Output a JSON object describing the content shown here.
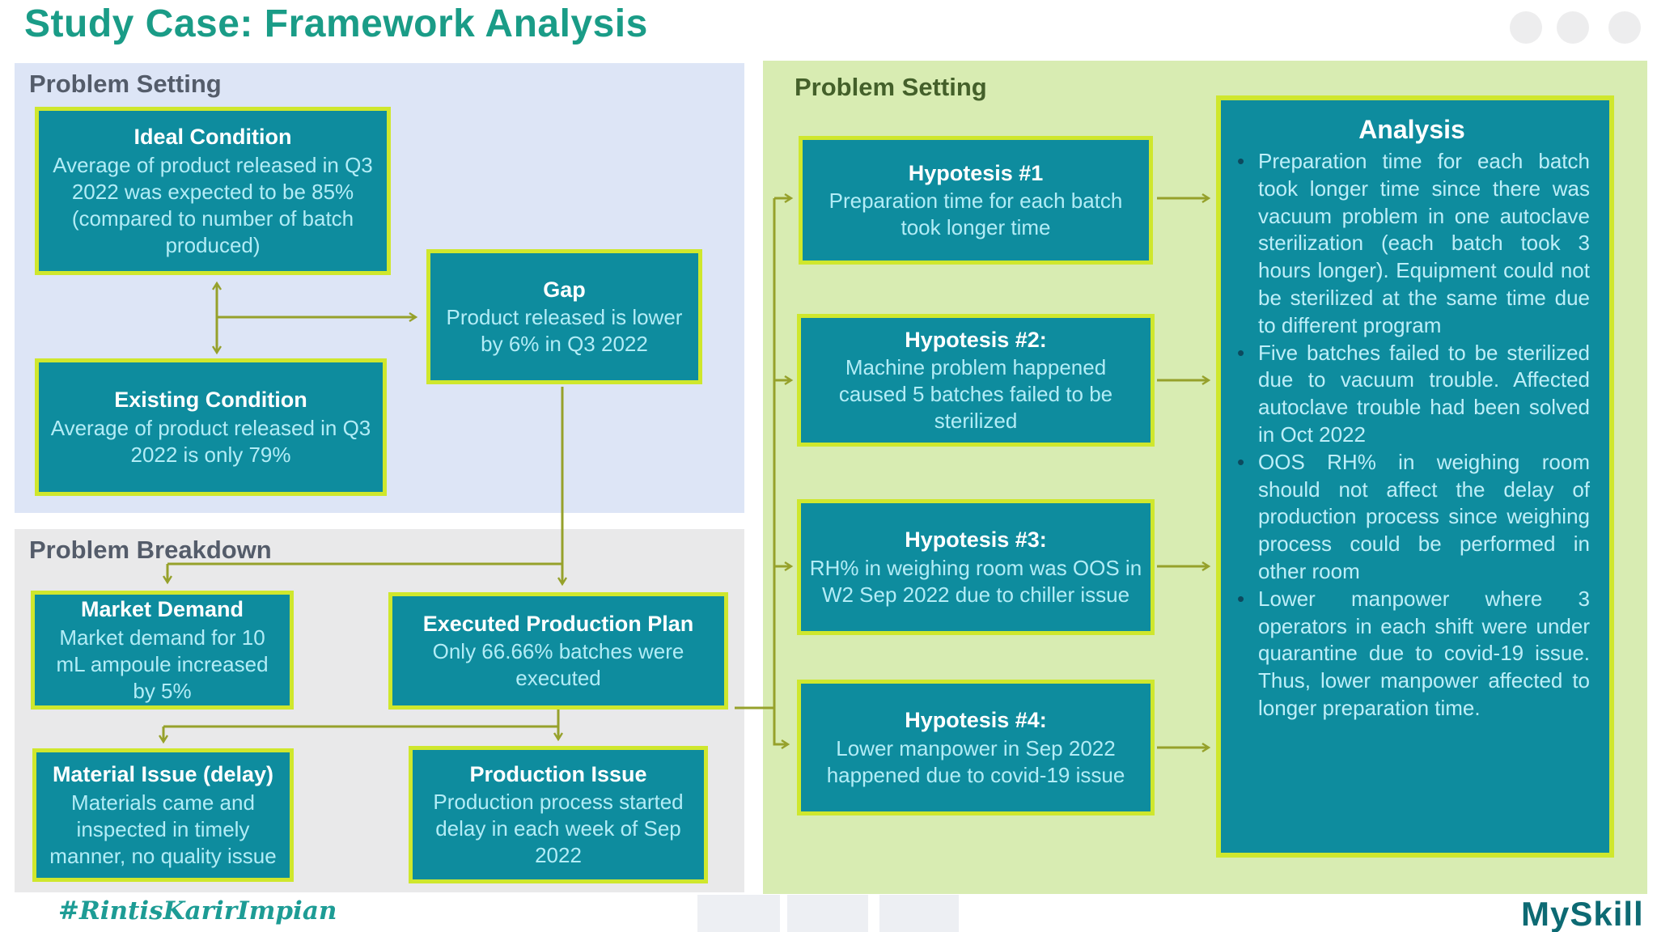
{
  "page": {
    "title": "Study Case: Framework Analysis",
    "hashtag": "#RintisKarirImpian",
    "brand": "MySkill"
  },
  "colors": {
    "title": "#1a9c87",
    "box_fill": "#0e8c9e",
    "box_border": "#cfe72d",
    "box_title_text": "#ffffff",
    "box_body_text": "#b2ecf6",
    "panel_blue": "#dde5f6",
    "panel_gray": "#e9e9ea",
    "panel_green": "#d8ecb2",
    "arrow": "#96a12b",
    "header_left": "#545c6a",
    "header_right": "#44602a",
    "brand": "#0d6a73"
  },
  "problem_setting": {
    "header": "Problem Setting",
    "ideal": {
      "title": "Ideal Condition",
      "body": "Average of product released in Q3 2022 was expected to be 85% (compared to number of batch produced)"
    },
    "existing": {
      "title": "Existing Condition",
      "body": "Average of product released in Q3 2022 is only 79%"
    },
    "gap": {
      "title": "Gap",
      "body": "Product released is lower by 6% in Q3 2022"
    }
  },
  "problem_breakdown": {
    "header": "Problem Breakdown",
    "market_demand": {
      "title": "Market Demand",
      "body": "Market demand for 10 mL ampoule increased by 5%"
    },
    "executed_plan": {
      "title": "Executed Production Plan",
      "body": "Only 66.66% batches were executed"
    },
    "material_issue": {
      "title": "Material Issue (delay)",
      "body": "Materials came and inspected in timely manner, no quality issue"
    },
    "production_issue": {
      "title": "Production Issue",
      "body": "Production process started delay in each week of Sep 2022"
    }
  },
  "hypotheses_panel": {
    "header": "Problem Setting",
    "items": [
      {
        "title": "Hypotesis #1",
        "body": "Preparation time for each batch took longer time"
      },
      {
        "title": "Hypotesis #2:",
        "body": "Machine problem happened caused 5 batches failed to be sterilized"
      },
      {
        "title": "Hypotesis #3:",
        "body": "RH% in weighing room was OOS in W2 Sep 2022 due to chiller issue"
      },
      {
        "title": "Hypotesis #4:",
        "body": "Lower manpower in Sep 2022 happened due to covid-19 issue"
      }
    ]
  },
  "analysis": {
    "title": "Analysis",
    "bullets": [
      "Preparation time for each batch took longer time since there was vacuum problem in one autoclave sterilization (each batch took 3 hours longer). Equipment could not be sterilized at the same time due to different program",
      "Five batches failed to be sterilized due to vacuum trouble. Affected autoclave trouble had been solved in Oct 2022",
      "OOS RH% in weighing room should not affect the delay of production process since weighing process could be performed in other room",
      "Lower manpower where 3 operators in each shift were under quarantine due to covid-19 issue. Thus, lower manpower affected to longer preparation time."
    ]
  }
}
